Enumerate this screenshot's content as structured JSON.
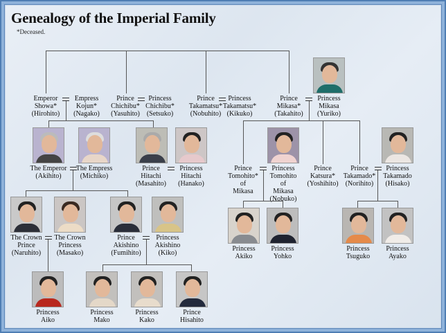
{
  "title": "Genealogy of the Imperial Family",
  "note": "*Deceased.",
  "colors": {
    "frame": "#4f7eb4",
    "background": "#e3eaf3",
    "lines": "#555555"
  },
  "people": {
    "showa": "Emperor\nShowa*\n(Hirohito)",
    "kojun": "Empress\nKojun*\n(Nagako)",
    "chichibu_prince": "Prince\nChichibu*\n(Yasuhito)",
    "chichibu_princess": "Princess\nChichibu*\n(Setsuko)",
    "takamatsu_prince": "Prince\nTakamatsu*\n(Nobuhito)",
    "takamatsu_princess": "Princess\nTakamatsu*\n(Kikuko)",
    "mikasa_prince": "Prince\nMikasa*\n(Takahito)",
    "mikasa_princess": "Princess\nMikasa\n(Yuriko)",
    "emperor": "The Emperor\n(Akihito)",
    "empress": "The Empress\n(Michiko)",
    "hitachi_prince": "Prince\nHitachi\n(Masahito)",
    "hitachi_princess": "Princess\nHitachi\n(Hanako)",
    "tomohito_prince": "Prince\nTomohito*\nof\nMikasa",
    "tomohito_princess": "Princess\nTomohito\nof\nMikasa\n(Nobuko)",
    "katsura": "Prince\nKatsura*\n(Yoshihito)",
    "takamado_prince": "Prince\nTakamado*\n(Norihito)",
    "takamado_princess": "Princess\nTakamado\n(Hisako)",
    "crown_prince": "The Crown\nPrince\n(Naruhito)",
    "crown_princess": "The Crown\nPrincess\n(Masako)",
    "akishino_prince": "Prince\nAkishino\n(Fumihito)",
    "akishino_princess": "Princess\nAkishino\n(Kiko)",
    "akiko": "Princess\nAkiko",
    "yohko": "Princess\nYohko",
    "tsuguko": "Princess\nTsuguko",
    "ayako": "Princess\nAyako",
    "aiko": "Princess\nAiko",
    "mako": "Princess\nMako",
    "kako": "Princess\nKako",
    "hisahito": "Prince\nHisahito"
  }
}
